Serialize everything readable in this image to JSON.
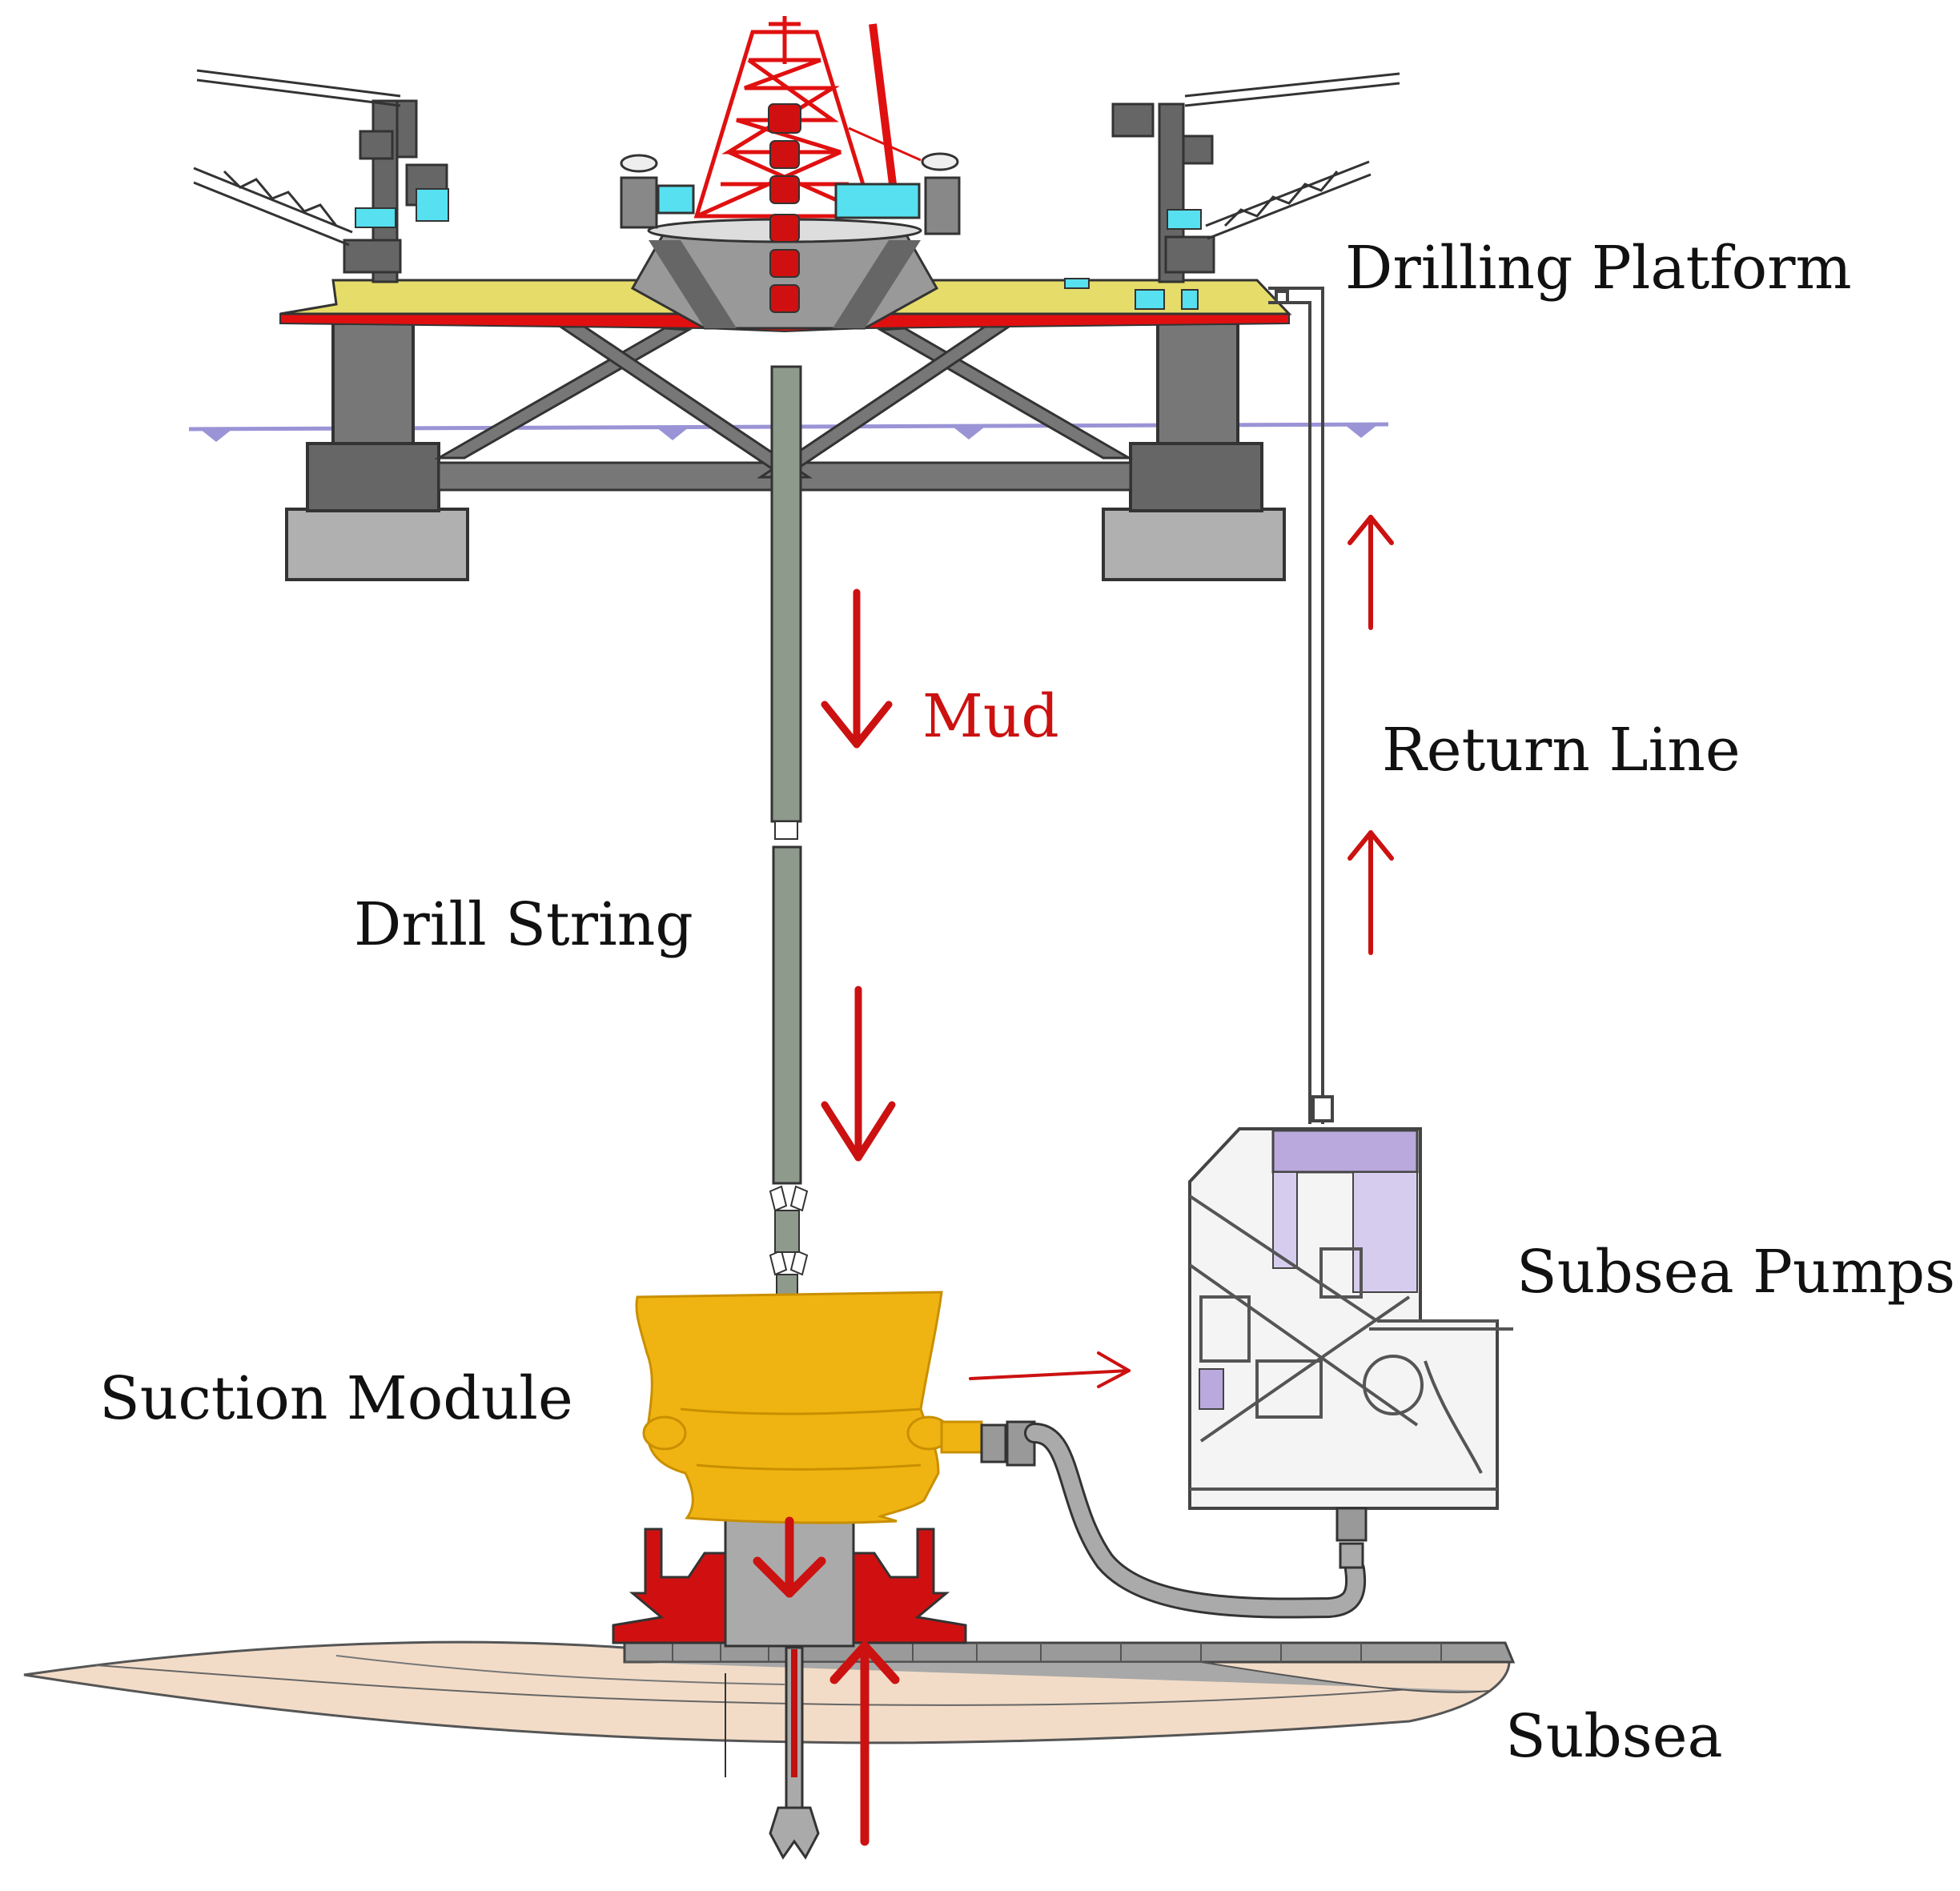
{
  "diagram": {
    "labels": {
      "drilling_platform": "Drilling Platform",
      "mud": "Mud",
      "return_line": "Return Line",
      "drill_string": "Drill String",
      "subsea_pumps": "Subsea Pumps",
      "suction_module": "Suction Module",
      "subsea": "Subsea"
    },
    "colors": {
      "flow_arrow": "#cc1111",
      "steel": "#8a8a8a",
      "dark_steel": "#555555",
      "derrick": "#e01010",
      "deck": "#e6dc6a",
      "suction_module": "#f0b412",
      "seabed": "#f2dcc8",
      "pump_accent": "#b9a9dc",
      "equipment_cyan": "#56e0f0",
      "waterline": "#9a94d6",
      "drill_pipe": "#8e9a8c"
    }
  }
}
